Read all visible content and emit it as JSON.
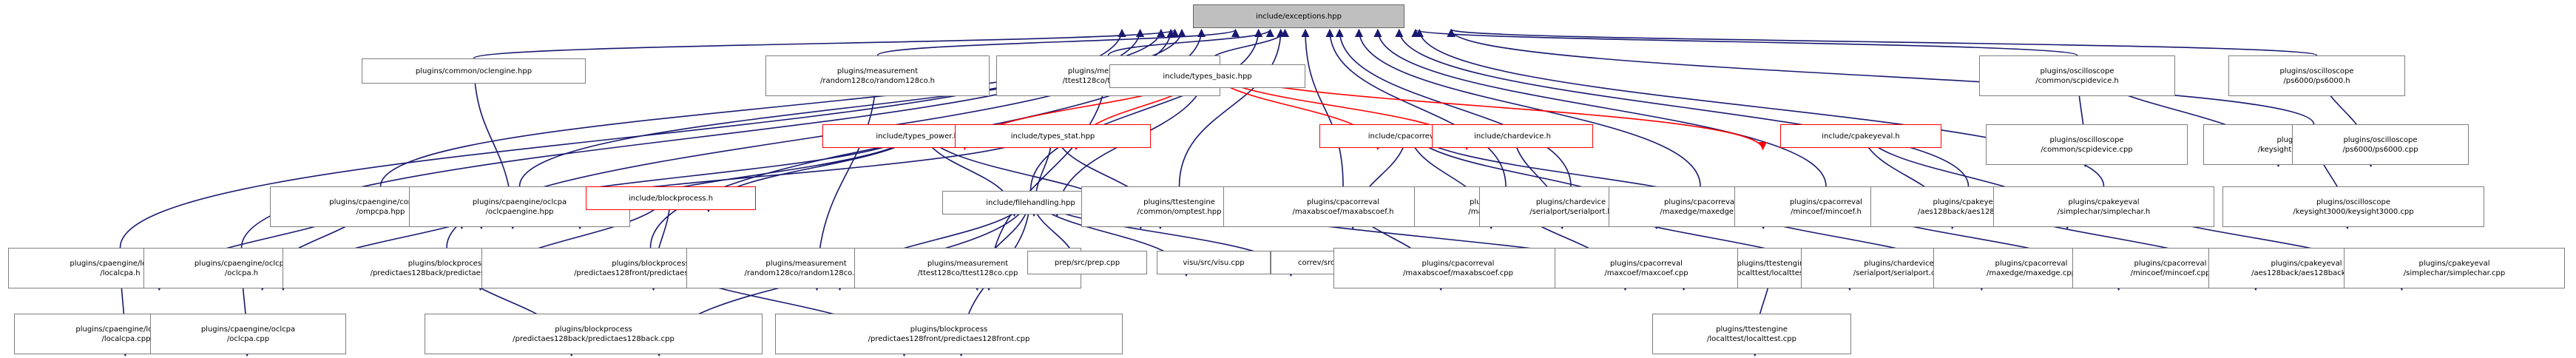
{
  "graph": {
    "type": "include-dependency-graph",
    "colors": {
      "edge": "#191970",
      "edge_red": "#ff0000",
      "node_border": "#7f7f7f",
      "root_fill": "#bfbfbf"
    },
    "nodes": [
      {
        "id": "exc",
        "lines": [
          "include/exceptions.hpp"
        ],
        "style": "root"
      },
      {
        "id": "oclengine",
        "lines": [
          "plugins/common/oclengine.hpp"
        ]
      },
      {
        "id": "rand_h",
        "lines": [
          "plugins/measurement",
          "/random128co/random128co.h"
        ]
      },
      {
        "id": "ttest_h",
        "lines": [
          "plugins/measurement",
          "/ttest128co/ttest128co.h"
        ]
      },
      {
        "id": "types_basic",
        "lines": [
          "include/types_basic.hpp"
        ]
      },
      {
        "id": "scpidevice_h",
        "lines": [
          "plugins/oscilloscope",
          "/common/scpidevice.h"
        ]
      },
      {
        "id": "ps6000_h",
        "lines": [
          "plugins/oscilloscope",
          "/ps6000/ps6000.h"
        ]
      },
      {
        "id": "types_power",
        "lines": [
          "include/types_power.hpp"
        ],
        "style": "red"
      },
      {
        "id": "types_stat",
        "lines": [
          "include/types_stat.hpp"
        ],
        "style": "red"
      },
      {
        "id": "cpacorreval",
        "lines": [
          "include/cpacorreval.h"
        ],
        "style": "red"
      },
      {
        "id": "chardevice",
        "lines": [
          "include/chardevice.h"
        ],
        "style": "red"
      },
      {
        "id": "cpakeyeval",
        "lines": [
          "include/cpakeyeval.h"
        ],
        "style": "red"
      },
      {
        "id": "scpidevice_cpp",
        "lines": [
          "plugins/oscilloscope",
          "/common/scpidevice.cpp"
        ]
      },
      {
        "id": "ks3000_h",
        "lines": [
          "plugins/oscilloscope",
          "/keysight3000/keysight3000.h"
        ]
      },
      {
        "id": "ps6000_cpp",
        "lines": [
          "plugins/oscilloscope",
          "/ps6000/ps6000.cpp"
        ]
      },
      {
        "id": "ompcpa",
        "lines": [
          "plugins/cpaengine/common",
          "/ompcpa.hpp"
        ]
      },
      {
        "id": "oclcpa_hpp",
        "lines": [
          "plugins/cpaengine/oclcpa",
          "/oclcpaengine.hpp"
        ]
      },
      {
        "id": "blockprocess_h",
        "lines": [
          "include/blockprocess.h"
        ],
        "style": "red"
      },
      {
        "id": "filehandling",
        "lines": [
          "include/filehandling.hpp"
        ]
      },
      {
        "id": "omptest",
        "lines": [
          "plugins/ttestengine",
          "/common/omptest.hpp"
        ]
      },
      {
        "id": "maxabscoef_h",
        "lines": [
          "plugins/cpacorreval",
          "/maxabscoef/maxabscoef.h"
        ]
      },
      {
        "id": "maxcoef_h",
        "lines": [
          "plugins/cpacorreval",
          "/maxcoef/maxcoef.h"
        ]
      },
      {
        "id": "serialport_h",
        "lines": [
          "plugins/chardevice",
          "/serialport/serialport.h"
        ]
      },
      {
        "id": "maxedge_h",
        "lines": [
          "plugins/cpacorreval",
          "/maxedge/maxedge.h"
        ]
      },
      {
        "id": "mincoef_h",
        "lines": [
          "plugins/cpacorreval",
          "/mincoef/mincoef.h"
        ]
      },
      {
        "id": "aes_h",
        "lines": [
          "plugins/cpakeyeval",
          "/aes128back/aes128back.h"
        ]
      },
      {
        "id": "simplechar_h",
        "lines": [
          "plugins/cpakeyeval",
          "/simplechar/simplechar.h"
        ]
      },
      {
        "id": "ks3000_cpp",
        "lines": [
          "plugins/oscilloscope",
          "/keysight3000/keysight3000.cpp"
        ]
      },
      {
        "id": "localcpa_h",
        "lines": [
          "plugins/cpaengine/localcpa",
          "/localcpa.h"
        ]
      },
      {
        "id": "oclcpa_h",
        "lines": [
          "plugins/cpaengine/oclcpa",
          "/oclcpa.h"
        ]
      },
      {
        "id": "bp_back_h",
        "lines": [
          "plugins/blockprocess",
          "/predictaes128back/predictaes128back.h"
        ]
      },
      {
        "id": "bp_front_h",
        "lines": [
          "plugins/blockprocess",
          "/predictaes128front/predictaes128front.h"
        ]
      },
      {
        "id": "rand_cpp",
        "lines": [
          "plugins/measurement",
          "/random128co/random128co.cpp"
        ]
      },
      {
        "id": "ttest_cpp",
        "lines": [
          "plugins/measurement",
          "/ttest128co/ttest128co.cpp"
        ]
      },
      {
        "id": "prep",
        "lines": [
          "prep/src/prep.cpp"
        ]
      },
      {
        "id": "visu",
        "lines": [
          "visu/src/visu.cpp"
        ]
      },
      {
        "id": "correv",
        "lines": [
          "correv/src/correv.cpp"
        ]
      },
      {
        "id": "maxabscoef_cpp",
        "lines": [
          "plugins/cpacorreval",
          "/maxabscoef/maxabscoef.cpp"
        ]
      },
      {
        "id": "localtest_h",
        "lines": [
          "plugins/ttestengine",
          "/localttest/localttest.h"
        ]
      },
      {
        "id": "maxcoef_cpp",
        "lines": [
          "plugins/cpacorreval",
          "/maxcoef/maxcoef.cpp"
        ]
      },
      {
        "id": "serialport_cpp",
        "lines": [
          "plugins/chardevice",
          "/serialport/serialport.cpp"
        ]
      },
      {
        "id": "maxedge_cpp",
        "lines": [
          "plugins/cpacorreval",
          "/maxedge/maxedge.cpp"
        ]
      },
      {
        "id": "mincoef_cpp",
        "lines": [
          "plugins/cpacorreval",
          "/mincoef/mincoef.cpp"
        ]
      },
      {
        "id": "aes_cpp",
        "lines": [
          "plugins/cpakeyeval",
          "/aes128back/aes128back.cpp"
        ]
      },
      {
        "id": "simplechar_cpp",
        "lines": [
          "plugins/cpakeyeval",
          "/simplechar/simplechar.cpp"
        ]
      },
      {
        "id": "localcpa_cpp",
        "lines": [
          "plugins/cpaengine/localcpa",
          "/localcpa.cpp"
        ]
      },
      {
        "id": "oclcpa_cpp",
        "lines": [
          "plugins/cpaengine/oclcpa",
          "/oclcpa.cpp"
        ]
      },
      {
        "id": "bp_back_cpp",
        "lines": [
          "plugins/blockprocess",
          "/predictaes128back/predictaes128back.cpp"
        ]
      },
      {
        "id": "bp_front_cpp",
        "lines": [
          "plugins/blockprocess",
          "/predictaes128front/predictaes128front.cpp"
        ]
      },
      {
        "id": "localtest_cpp",
        "lines": [
          "plugins/ttestengine",
          "/localttest/localttest.cpp"
        ]
      }
    ],
    "edges": [
      [
        "oclengine",
        "exc"
      ],
      [
        "rand_h",
        "exc"
      ],
      [
        "ttest_h",
        "exc"
      ],
      [
        "types_basic",
        "exc"
      ],
      [
        "scpidevice_h",
        "exc"
      ],
      [
        "ps6000_h",
        "exc"
      ],
      [
        "ks3000_h",
        "exc"
      ],
      [
        "ompcpa",
        "exc"
      ],
      [
        "oclcpa_hpp",
        "exc"
      ],
      [
        "filehandling",
        "exc"
      ],
      [
        "omptest",
        "exc"
      ],
      [
        "maxabscoef_h",
        "exc"
      ],
      [
        "maxcoef_h",
        "exc"
      ],
      [
        "serialport_h",
        "exc"
      ],
      [
        "maxedge_h",
        "exc"
      ],
      [
        "mincoef_h",
        "exc"
      ],
      [
        "aes_h",
        "exc"
      ],
      [
        "simplechar_h",
        "exc"
      ],
      [
        "localcpa_h",
        "exc"
      ],
      [
        "oclcpa_h",
        "exc"
      ],
      [
        "bp_back_h",
        "exc"
      ],
      [
        "bp_front_h",
        "exc"
      ],
      [
        "oclengine",
        "oclcpa_hpp"
      ],
      [
        "rand_h",
        "rand_cpp"
      ],
      [
        "ttest_h",
        "ttest_cpp"
      ],
      [
        "types_basic",
        "types_power",
        "red"
      ],
      [
        "types_basic",
        "types_stat",
        "red"
      ],
      [
        "types_basic",
        "cpacorreval",
        "red"
      ],
      [
        "types_basic",
        "chardevice",
        "red"
      ],
      [
        "types_basic",
        "cpakeyeval",
        "red"
      ],
      [
        "types_basic",
        "filehandling"
      ],
      [
        "scpidevice_h",
        "scpidevice_cpp"
      ],
      [
        "scpidevice_h",
        "ks3000_h"
      ],
      [
        "ps6000_h",
        "ps6000_cpp"
      ],
      [
        "types_power",
        "ompcpa"
      ],
      [
        "types_power",
        "oclcpa_hpp"
      ],
      [
        "types_power",
        "blockprocess_h"
      ],
      [
        "types_power",
        "filehandling"
      ],
      [
        "types_power",
        "omptest"
      ],
      [
        "types_stat",
        "filehandling"
      ],
      [
        "types_stat",
        "omptest"
      ],
      [
        "types_stat",
        "ompcpa"
      ],
      [
        "cpacorreval",
        "maxabscoef_h"
      ],
      [
        "cpacorreval",
        "maxcoef_h"
      ],
      [
        "cpacorreval",
        "maxedge_h"
      ],
      [
        "cpacorreval",
        "mincoef_h"
      ],
      [
        "chardevice",
        "serialport_h"
      ],
      [
        "cpakeyeval",
        "aes_h"
      ],
      [
        "cpakeyeval",
        "simplechar_h"
      ],
      [
        "ks3000_h",
        "ks3000_cpp"
      ],
      [
        "ompcpa",
        "localcpa_h"
      ],
      [
        "ompcpa",
        "oclcpa_h"
      ],
      [
        "oclcpa_hpp",
        "oclcpa_h"
      ],
      [
        "blockprocess_h",
        "bp_back_h"
      ],
      [
        "blockprocess_h",
        "bp_front_h"
      ],
      [
        "filehandling",
        "rand_cpp"
      ],
      [
        "filehandling",
        "ttest_cpp"
      ],
      [
        "filehandling",
        "prep"
      ],
      [
        "filehandling",
        "visu"
      ],
      [
        "filehandling",
        "correv"
      ],
      [
        "filehandling",
        "bp_back_cpp"
      ],
      [
        "filehandling",
        "bp_front_cpp"
      ],
      [
        "omptest",
        "localtest_h"
      ],
      [
        "maxabscoef_h",
        "maxabscoef_cpp"
      ],
      [
        "maxcoef_h",
        "maxcoef_cpp"
      ],
      [
        "serialport_h",
        "serialport_cpp"
      ],
      [
        "maxedge_h",
        "maxedge_cpp"
      ],
      [
        "mincoef_h",
        "mincoef_cpp"
      ],
      [
        "aes_h",
        "aes_cpp"
      ],
      [
        "simplechar_h",
        "simplechar_cpp"
      ],
      [
        "localcpa_h",
        "localcpa_cpp"
      ],
      [
        "oclcpa_h",
        "oclcpa_cpp"
      ],
      [
        "bp_back_h",
        "bp_back_cpp"
      ],
      [
        "bp_front_h",
        "bp_front_cpp"
      ],
      [
        "localtest_h",
        "localtest_cpp"
      ]
    ]
  }
}
